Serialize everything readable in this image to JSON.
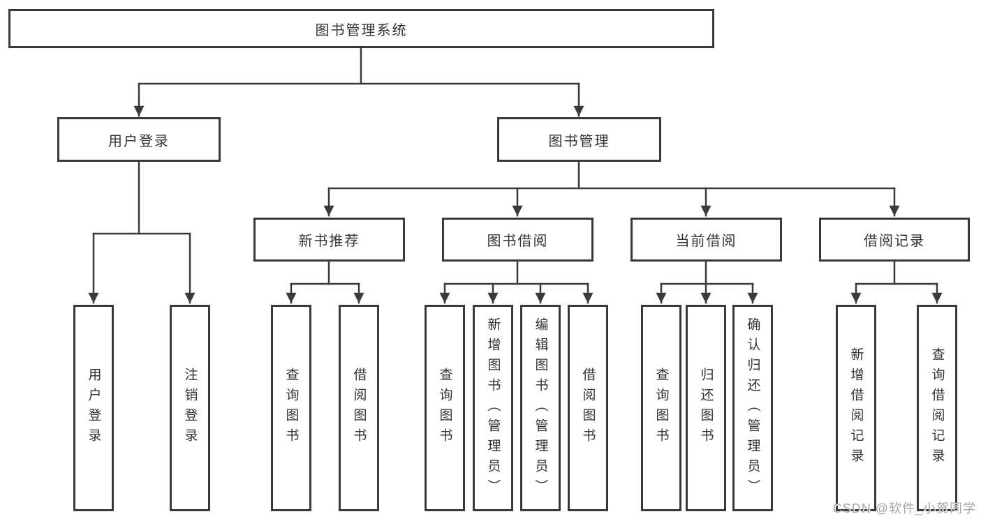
{
  "colors": {
    "line": "#3a3a3a",
    "text": "#323232",
    "box-fill": "#ffffff",
    "watermark": "#a6a6a6",
    "background": "#ffffff"
  },
  "watermark": "CSDN @软件_小贺同学",
  "tree": {
    "label": "图书管理系统",
    "children": [
      {
        "label": "用户登录",
        "children": [
          {
            "label": "用户登录"
          },
          {
            "label": "注销登录"
          }
        ]
      },
      {
        "label": "图书管理",
        "children": [
          {
            "label": "新书推荐",
            "children": [
              {
                "label": "查询图书"
              },
              {
                "label": "借阅图书"
              }
            ]
          },
          {
            "label": "图书借阅",
            "children": [
              {
                "label": "查询图书"
              },
              {
                "label": "新增图书（管理员）"
              },
              {
                "label": "编辑图书（管理员）"
              },
              {
                "label": "借阅图书"
              }
            ]
          },
          {
            "label": "当前借阅",
            "children": [
              {
                "label": "查询图书"
              },
              {
                "label": "归还图书"
              },
              {
                "label": "确认归还（管理员）"
              }
            ]
          },
          {
            "label": "借阅记录",
            "children": [
              {
                "label": "新增借阅记录"
              },
              {
                "label": "查询借阅记录"
              }
            ]
          }
        ]
      }
    ]
  }
}
